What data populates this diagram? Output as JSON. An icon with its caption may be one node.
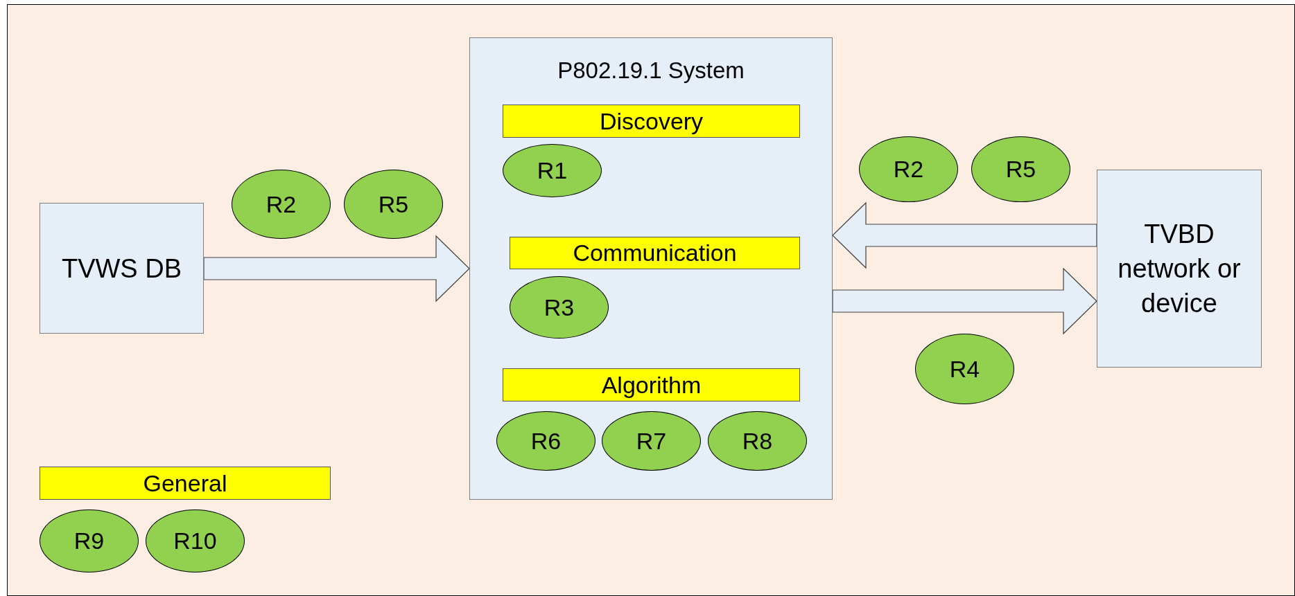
{
  "diagram": {
    "nodes": [
      {
        "text": [
          "TVWS DB"
        ]
      },
      {
        "text": [
          "P802.19.1 System"
        ]
      },
      {
        "text": [
          "Discovery"
        ],
        "in": 1
      },
      {
        "text": [
          "R1"
        ],
        "in": 1
      },
      {
        "text": [
          "Communication"
        ],
        "in": 1
      },
      {
        "text": [
          "R3"
        ],
        "in": 1
      },
      {
        "text": [
          "Algorithm"
        ],
        "in": 1
      },
      {
        "text": [
          "R6"
        ],
        "in": 1
      },
      {
        "text": [
          "R7"
        ],
        "in": 1
      },
      {
        "text": [
          "R8"
        ],
        "in": 1
      },
      {
        "text": [
          "TVBD network or device"
        ]
      },
      {
        "text": [
          "R2"
        ]
      },
      {
        "text": [
          "R5"
        ]
      },
      {
        "text": [
          "R2"
        ]
      },
      {
        "text": [
          "R5"
        ]
      },
      {
        "text": [
          "R4"
        ]
      },
      {
        "text": [
          "General"
        ]
      },
      {
        "text": [
          "R9"
        ]
      },
      {
        "text": [
          "R10"
        ]
      }
    ],
    "edges": [
      {
        "from": 0,
        "to": 1,
        "arrow": "to"
      },
      {
        "from": 10,
        "to": 1,
        "arrow": "to"
      },
      {
        "from": 1,
        "to": 10,
        "arrow": "to"
      }
    ]
  }
}
